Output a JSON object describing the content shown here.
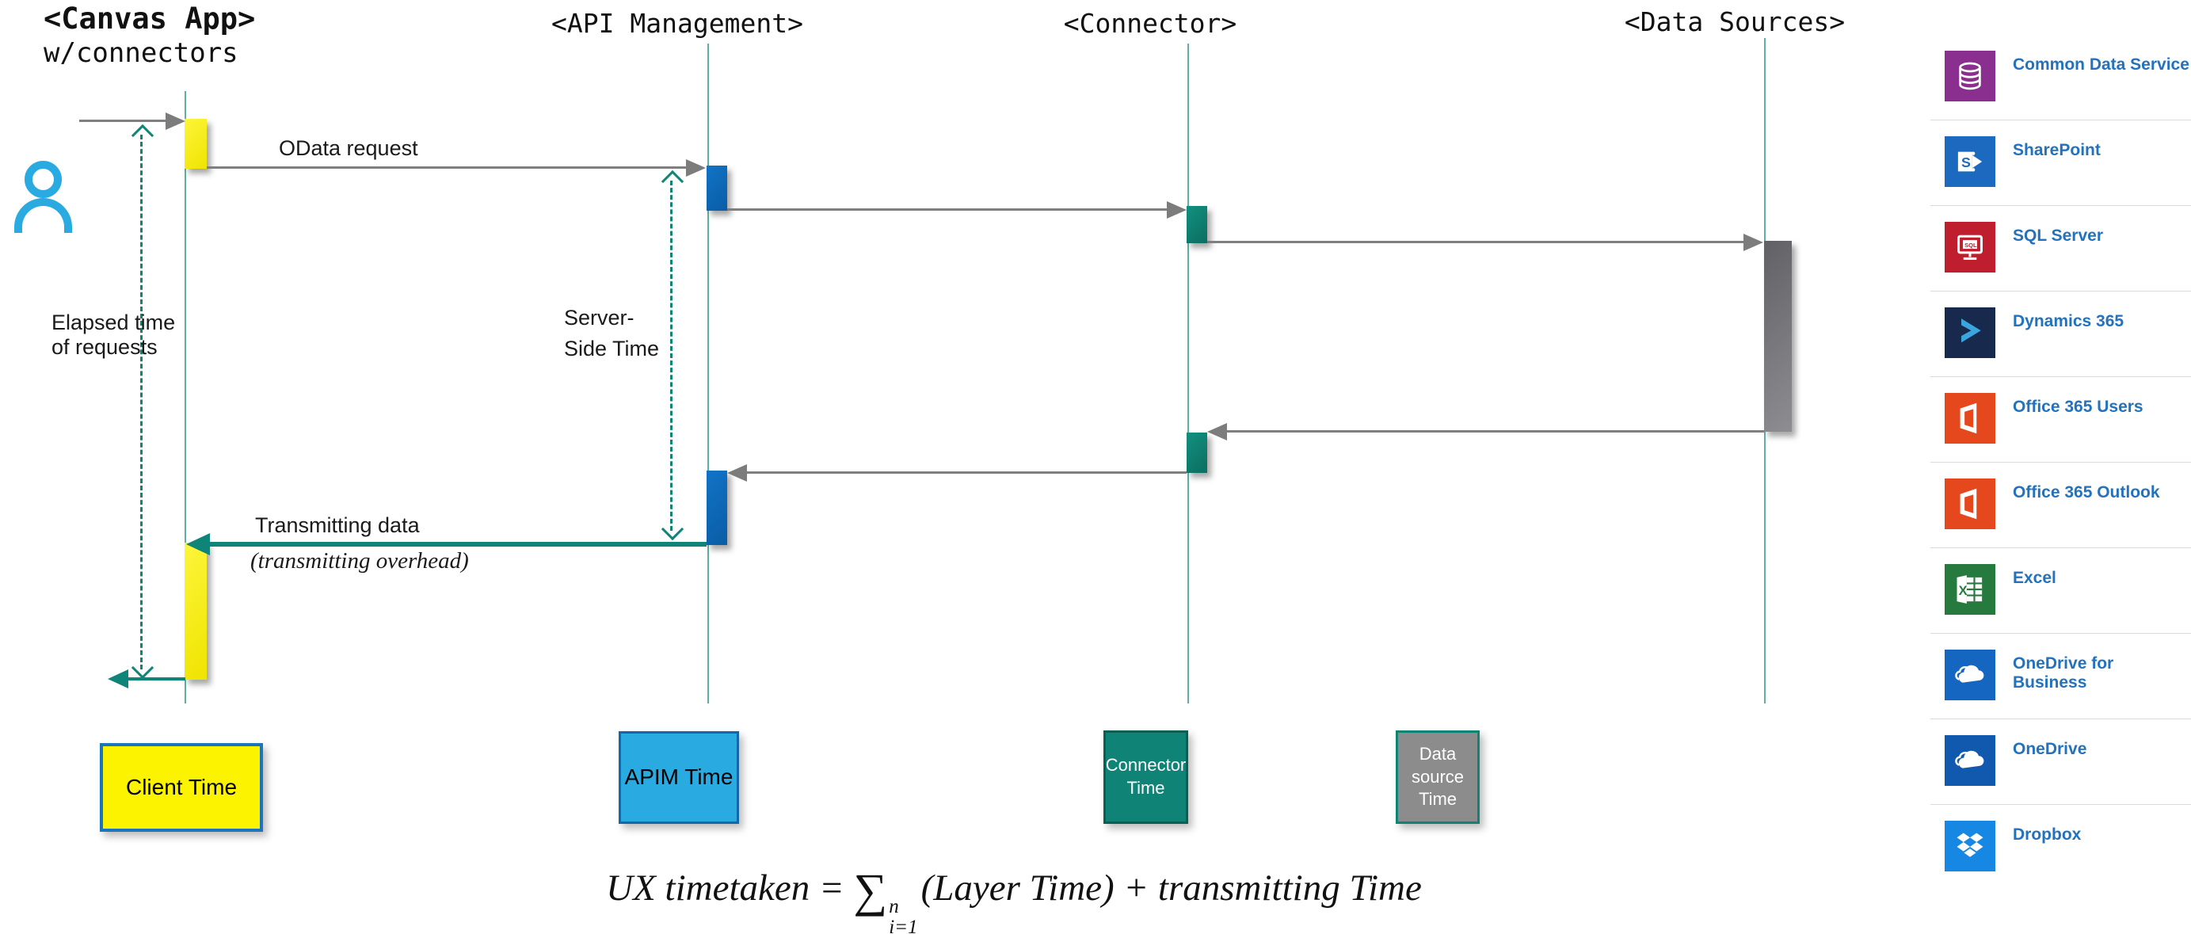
{
  "lanes": {
    "canvas_app": {
      "title_line1": "<Canvas App>",
      "title_line2": "w/connectors"
    },
    "api_management": {
      "title": "<API Management>"
    },
    "connector": {
      "title": "<Connector>"
    },
    "data_sources": {
      "title": "<Data Sources>"
    }
  },
  "labels": {
    "odata_request": "OData request",
    "elapsed_line1": "Elapsed time",
    "elapsed_line2": "of requests",
    "server_side_line1": "Server-",
    "server_side_line2": "Side Time",
    "transmitting_data": "Transmitting data",
    "transmitting_overhead": "(transmitting overhead)"
  },
  "legend": {
    "client": {
      "label": "Client Time",
      "fill": "#fbf300",
      "border": "#1b75bc",
      "text": "#000000"
    },
    "apim": {
      "label": "APIM Time",
      "fill": "#29abe2",
      "border": "#1468aa",
      "text": "#000000"
    },
    "connector": {
      "label": "Connector Time",
      "fill": "#0f8376",
      "border": "#0a5f55",
      "text": "#ffffff"
    },
    "datasource": {
      "label": "Data source Time",
      "fill": "#8c8c8c",
      "border": "#0f8376",
      "text": "#ffffff"
    }
  },
  "formula": {
    "lhs": "UX timetaken = ",
    "sigma": "∑",
    "sum_upper": "n",
    "sum_lower": "i=1",
    "mid": "(Layer Time) + ",
    "rhs": " transmitting Time"
  },
  "sidebar": {
    "items": [
      {
        "label": "Common Data Service",
        "icon": "database-icon",
        "color": "#8a2e8f"
      },
      {
        "label": "SharePoint",
        "icon": "sharepoint-icon",
        "color": "#1b6ac0"
      },
      {
        "label": "SQL Server",
        "icon": "sql-server-monitor-icon",
        "color": "#be1e2d"
      },
      {
        "label": "Dynamics 365",
        "icon": "dynamics-365-icon",
        "color": "#172a4e"
      },
      {
        "label": "Office 365 Users",
        "icon": "office-365-icon",
        "color": "#e5481c"
      },
      {
        "label": "Office 365 Outlook",
        "icon": "office-365-icon",
        "color": "#e5481c"
      },
      {
        "label": "Excel",
        "icon": "excel-icon",
        "color": "#277a3e"
      },
      {
        "label": "OneDrive for Business",
        "icon": "cloud-icon",
        "color": "#1566c0"
      },
      {
        "label": "OneDrive",
        "icon": "cloud-icon",
        "color": "#1159ae"
      },
      {
        "label": "Dropbox",
        "icon": "dropbox-icon",
        "color": "#1687e2"
      }
    ]
  },
  "colors": {
    "lifeline_teal": "#5fafa5",
    "accent_teal": "#0e8578",
    "arrow_gray": "#7c7c7c",
    "client_yellow": "#f4ec0f",
    "apim_blue": "#0d68b8",
    "connector_teal": "#0f8376",
    "datasource_gray": "#77787c",
    "person_blue": "#29abe2",
    "sidebar_label_blue": "#2272be"
  }
}
